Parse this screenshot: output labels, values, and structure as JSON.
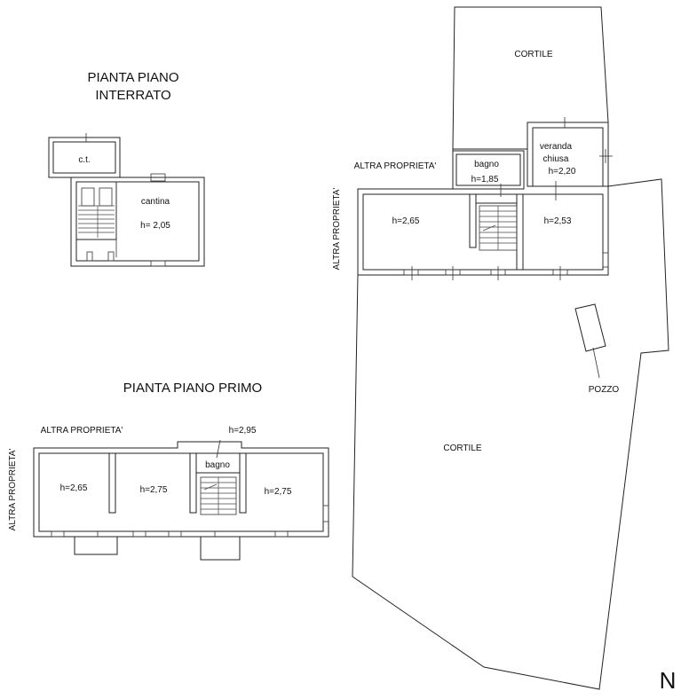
{
  "titles": {
    "basement_line1": "PIANTA PIANO",
    "basement_line2": "INTERRATO",
    "first_floor": "PIANTA PIANO PRIMO"
  },
  "ground_floor": {
    "courtyard_north": "CORTILE",
    "courtyard_south": "CORTILE",
    "veranda_line1": "veranda",
    "veranda_line2": "chiusa",
    "veranda_height": "h=2,20",
    "bathroom": "bagno",
    "bathroom_height": "h=1,85",
    "room_west_height": "h=2,65",
    "room_east_height": "h=2,53",
    "other_property_top": "ALTRA PROPRIETA'",
    "other_property_side": "ALTRA PROPRIETA'",
    "well": "POZZO"
  },
  "basement": {
    "ct": "c.t.",
    "cellar": "cantina",
    "cellar_height": "h= 2,05"
  },
  "first_floor": {
    "other_property_top": "ALTRA PROPRIETA'",
    "other_property_side": "ALTRA PROPRIETA'",
    "bathroom": "bagno",
    "bathroom_height": "h=2,95",
    "room1_height": "h=2,65",
    "room2_height": "h=2,75",
    "room3_height": "h=2,75"
  },
  "north_marker": "N"
}
